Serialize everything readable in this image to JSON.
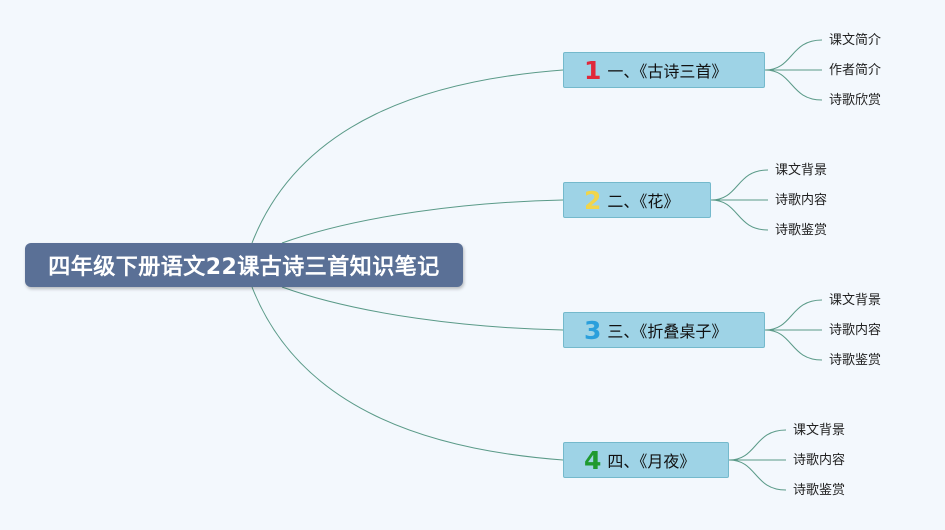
{
  "root": {
    "title": "四年级下册语文22课古诗三首知识笔记"
  },
  "colors": {
    "root_bg": "#5a7096",
    "topic_bg": "#9ed3e6",
    "line": "#5a9a88"
  },
  "topics": [
    {
      "number": "1",
      "number_color": "#e0283a",
      "label": "一、《古诗三首》",
      "subs": [
        "课文简介",
        "作者简介",
        "诗歌欣赏"
      ]
    },
    {
      "number": "2",
      "number_color": "#f1d54a",
      "label": "二、《花》",
      "subs": [
        "课文背景",
        "诗歌内容",
        "诗歌鉴赏"
      ]
    },
    {
      "number": "3",
      "number_color": "#2a9fdc",
      "label": "三、《折叠桌子》",
      "subs": [
        "课文背景",
        "诗歌内容",
        "诗歌鉴赏"
      ]
    },
    {
      "number": "4",
      "number_color": "#1f9a2f",
      "label": "四、《月夜》",
      "subs": [
        "课文背景",
        "诗歌内容",
        "诗歌鉴赏"
      ]
    }
  ]
}
